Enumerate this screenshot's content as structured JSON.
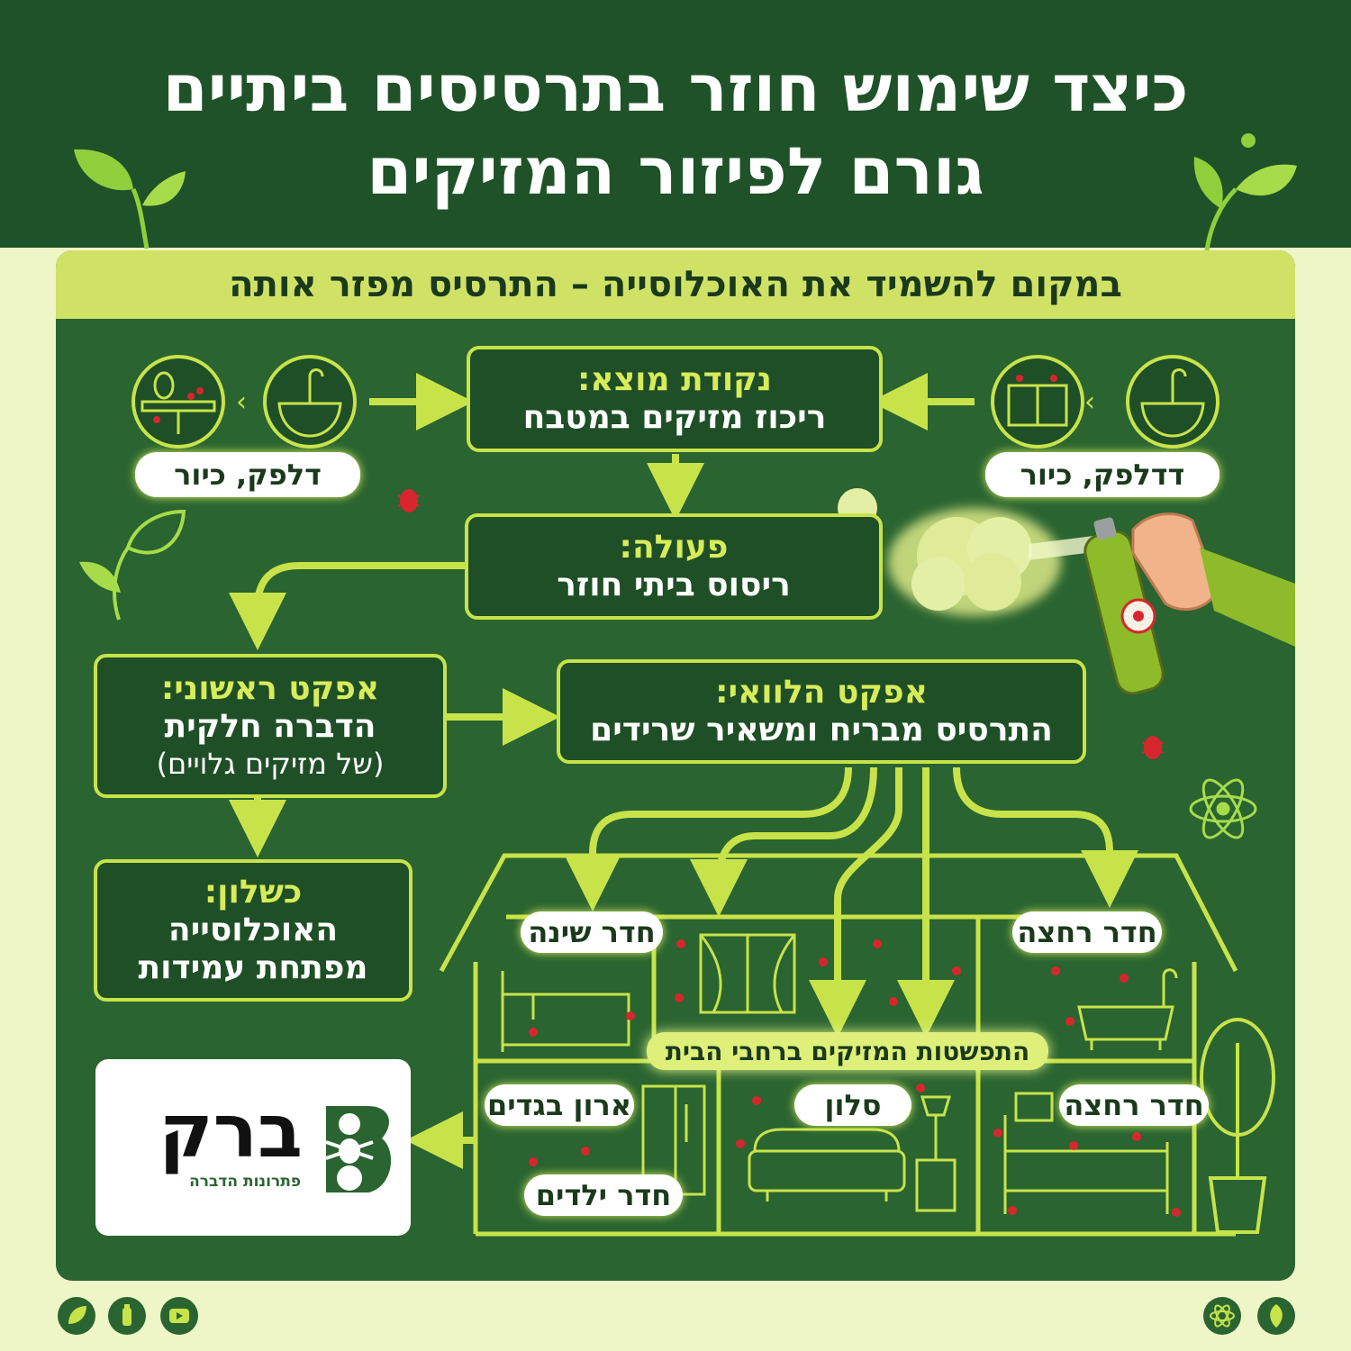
{
  "header": {
    "title_line1": "כיצד שימוש חוזר בתרסיסים ביתיים",
    "title_line2": "גורם לפיזור המזיקים"
  },
  "subtitle": "במקום להשמיד את האוכלוסייה – התרסיס מפזר אותה",
  "start": {
    "heading": "נקודת מוצא:",
    "text": "ריכוז מזיקים במטבח",
    "left_label": "דלפק, כיור",
    "right_label": "דדלפק, כיור"
  },
  "action": {
    "heading": "פעולה:",
    "text": "ריסוס ביתי חוזר"
  },
  "primary": {
    "heading": "אפקט ראשוני:",
    "text": "הדברה חלקית",
    "note": "(של מזיקים גלויים)"
  },
  "side": {
    "heading": "אפקט הלוואי:",
    "text": "התרסיס מבריח ומשאיר שרידים"
  },
  "failure": {
    "heading": "כשלון:",
    "line1": "האוכלוסייה",
    "line2": "מפתחת עמידות"
  },
  "house": {
    "spread_label": "התפשטות המזיקים ברחבי הבית",
    "rooms": {
      "bedroom": "חדר שינה",
      "bathroom_top": "חדר רחצה",
      "wardrobe": "ארון בגדים",
      "living": "סלון",
      "bathroom_bottom": "חדר רחצה",
      "kids": "חדר ילדים"
    }
  },
  "logo": {
    "name": "ברק",
    "tagline": "פתרונות הדברה"
  },
  "colors": {
    "dark_green": "#1f5228",
    "panel_green": "#2a6430",
    "lime": "#c8e34a",
    "pest_red": "#d8262e"
  }
}
